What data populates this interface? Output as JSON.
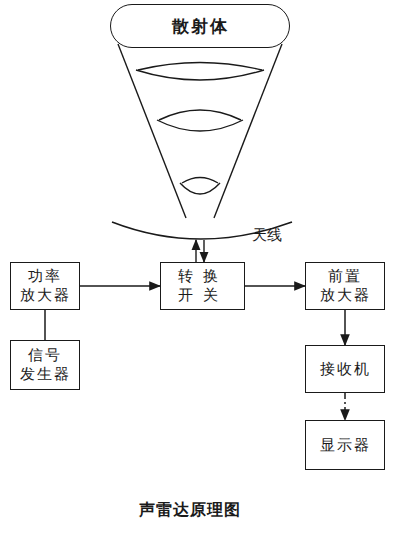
{
  "diagram": {
    "caption": "声雷达原理图",
    "nodes": [
      {
        "text": [
          "散射体"
        ]
      },
      {
        "text": [
          "功率 放大器"
        ]
      },
      {
        "text": [
          "转换 开关"
        ]
      },
      {
        "text": [
          "前置 放大器"
        ]
      },
      {
        "text": [
          "信号 发生器"
        ]
      },
      {
        "text": [
          "接收机"
        ]
      },
      {
        "text": [
          "显示器"
        ]
      }
    ],
    "edges": [
      {
        "from": 1,
        "to": 2,
        "arrow": "to"
      },
      {
        "from": 2,
        "to": 3,
        "arrow": "to"
      },
      {
        "from": 3,
        "to": 5,
        "arrow": "to"
      },
      {
        "from": 5,
        "to": 6,
        "arrow": "to"
      },
      {
        "from": 1,
        "to": 4,
        "arrow": "none"
      }
    ],
    "labels": [
      "天线"
    ]
  }
}
